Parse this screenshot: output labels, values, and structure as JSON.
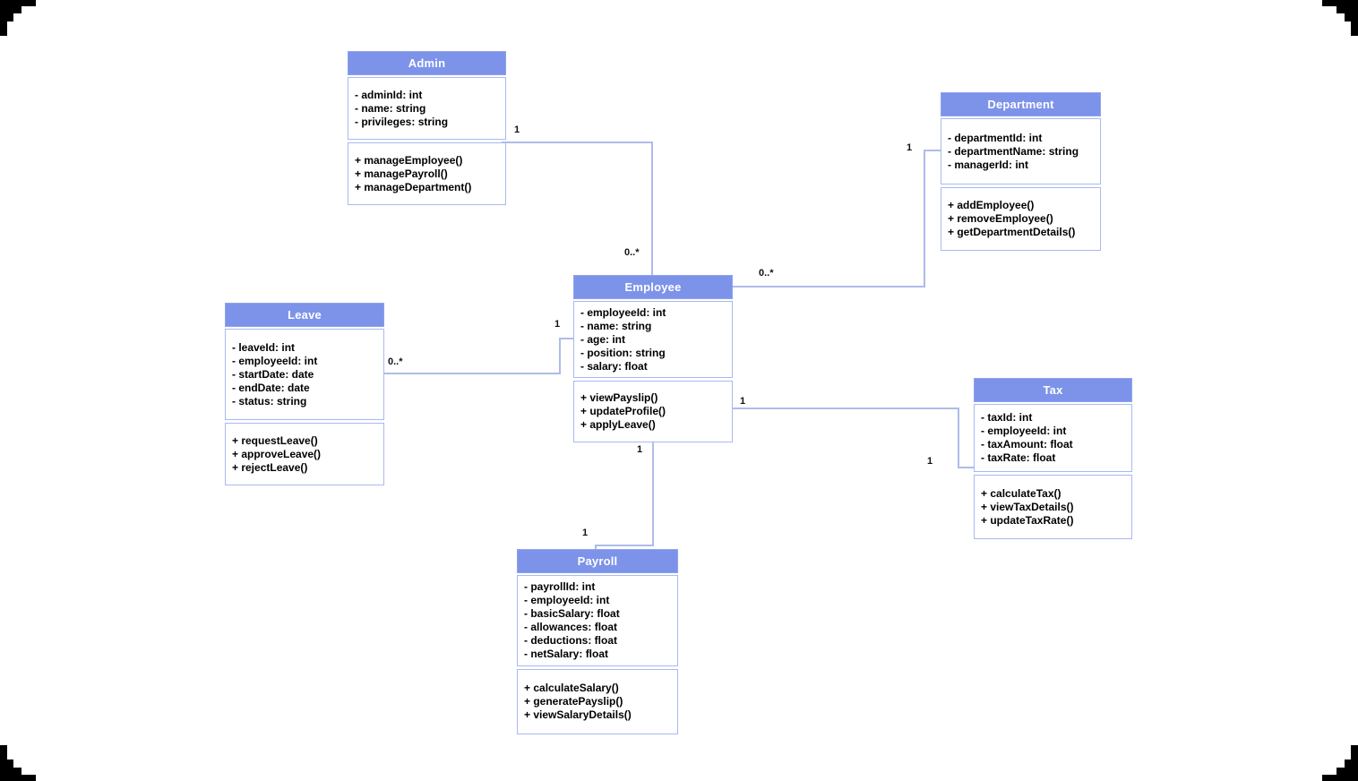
{
  "diagram": {
    "classes": [
      {
        "name": "Admin",
        "attributes": [
          "- adminId: int",
          "- name: string",
          "- privileges: string"
        ],
        "methods": [
          "+ manageEmployee()",
          "+ managePayroll()",
          "+ manageDepartment()"
        ]
      },
      {
        "name": "Department",
        "attributes": [
          "- departmentId: int",
          "- departmentName: string",
          "- managerId: int"
        ],
        "methods": [
          "+ addEmployee()",
          "+ removeEmployee()",
          "+ getDepartmentDetails()"
        ]
      },
      {
        "name": "Employee",
        "attributes": [
          "- employeeId: int",
          "- name: string",
          "- age: int",
          "- position: string",
          "- salary: float"
        ],
        "methods": [
          "+ viewPayslip()",
          "+ updateProfile()",
          "+ applyLeave()"
        ]
      },
      {
        "name": "Leave",
        "attributes": [
          "- leaveId: int",
          "- employeeId: int",
          "- startDate: date",
          "- endDate: date",
          "- status: string"
        ],
        "methods": [
          "+ requestLeave()",
          "+ approveLeave()",
          "+ rejectLeave()"
        ]
      },
      {
        "name": "Tax",
        "attributes": [
          "- taxId: int",
          "- employeeId: int",
          "- taxAmount: float",
          "- taxRate: float"
        ],
        "methods": [
          "+ calculateTax()",
          "+ viewTaxDetails()",
          "+ updateTaxRate()"
        ]
      },
      {
        "name": "Payroll",
        "attributes": [
          "- payrollId: int",
          "- employeeId: int",
          "- basicSalary: float",
          "- allowances: float",
          "- deductions: float",
          "- netSalary: float"
        ],
        "methods": [
          "+ calculateSalary()",
          "+ generatePayslip()",
          "+ viewSalaryDetails()"
        ]
      }
    ],
    "edges": [
      {
        "from": "Admin",
        "to": "Employee",
        "from_label": "1",
        "to_label": "0..*"
      },
      {
        "from": "Department",
        "to": "Employee",
        "from_label": "1",
        "to_label": "0..*"
      },
      {
        "from": "Leave",
        "to": "Employee",
        "from_label": "0..*",
        "to_label": "1"
      },
      {
        "from": "Employee",
        "to": "Tax",
        "from_label": "1",
        "to_label": "1"
      },
      {
        "from": "Employee",
        "to": "Payroll",
        "from_label": "1",
        "to_label": "1"
      }
    ],
    "colors": {
      "header_bg": "#7d93e9",
      "header_border": "#8fa3ee",
      "box_border": "#a9b9f0",
      "line": "#aebce9",
      "header_text": "#ffffff",
      "member_text": "#000000"
    }
  }
}
